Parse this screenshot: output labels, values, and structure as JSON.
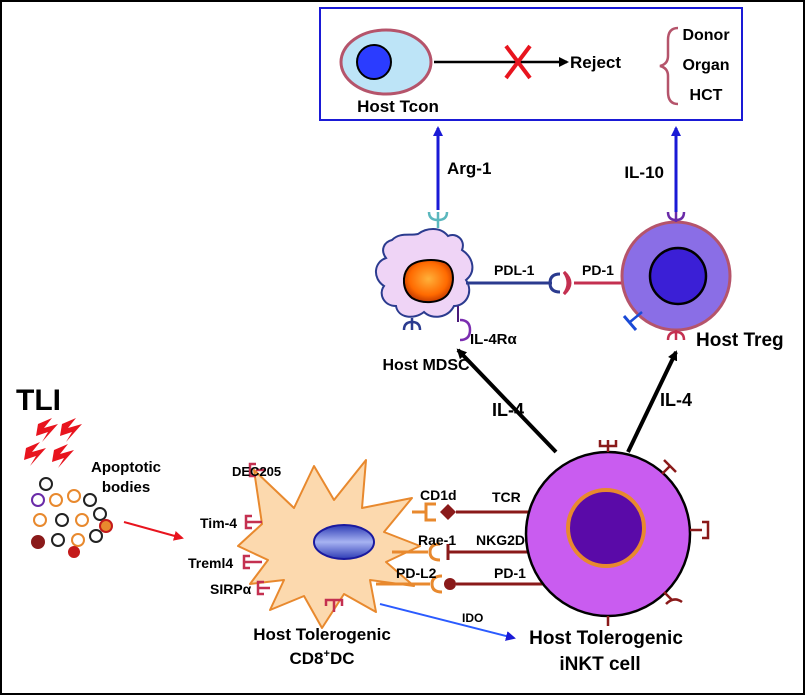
{
  "labels": {
    "host_tcon": "Host Tcon",
    "reject": "Reject",
    "donor": "Donor",
    "organ": "Organ",
    "hct": "HCT",
    "arg1": "Arg-1",
    "il10": "IL-10",
    "pdl1": "PDL-1",
    "pd1_top": "PD-1",
    "il4ra": "IL-4Rα",
    "host_mdsc": "Host MDSC",
    "host_treg": "Host Treg",
    "il4_left": "IL-4",
    "il4_right": "IL-4",
    "tli": "TLI",
    "apoptotic": "Apoptotic",
    "bodies": "bodies",
    "dec205": "DEC205",
    "tim4": "Tim-4",
    "treml4": "Treml4",
    "sirpa": "SIRPα",
    "cd1d": "CD1d",
    "tcr": "TCR",
    "rae1": "Rae-1",
    "nkg2d": "NKG2D",
    "pdl2": "PD-L2",
    "pd1_bottom": "PD-1",
    "ido": "IDO",
    "dc_line1": "Host Tolerogenic",
    "dc_line2_pre": "CD8",
    "dc_line2_sup": "+",
    "dc_line2_post": "DC",
    "inkt_line1": "Host Tolerogenic",
    "inkt_line2": "iNKT cell"
  },
  "colors": {
    "box_border": "#1a1ad6",
    "arrow_blue": "#1a1ad6",
    "red_x": "#e8141e",
    "dc_fill": "#fcd9ae",
    "dc_stroke": "#e8892e",
    "inkt_fill": "#c95cf0",
    "treg_fill": "#8a6ee6",
    "mdsc_fill": "#efd4f6"
  }
}
